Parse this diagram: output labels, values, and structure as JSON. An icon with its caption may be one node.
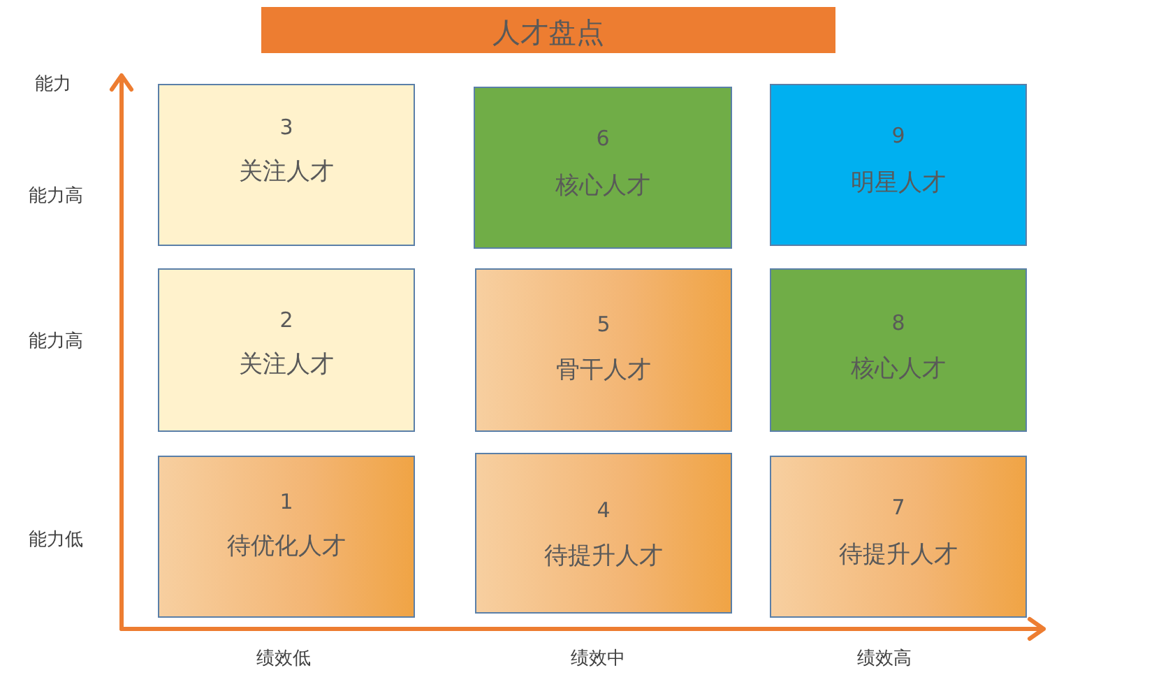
{
  "diagram": {
    "title": "人才盘点",
    "nodes": [
      {
        "text": [
          "3",
          "关注人才"
        ]
      },
      {
        "text": [
          "6",
          "核心人才"
        ]
      },
      {
        "text": [
          "9",
          "明星人才"
        ]
      },
      {
        "text": [
          "2",
          "关注人才"
        ]
      },
      {
        "text": [
          "5",
          "骨干人才"
        ]
      },
      {
        "text": [
          "8",
          "核心人才"
        ]
      },
      {
        "text": [
          "1",
          "待优化人才"
        ]
      },
      {
        "text": [
          "4",
          "待提升人才"
        ]
      },
      {
        "text": [
          "7",
          "待提升人才"
        ]
      }
    ],
    "labels": [
      "能力",
      "能力高",
      "能力高",
      "能力低",
      "绩效低",
      "绩效中",
      "绩效高"
    ]
  }
}
